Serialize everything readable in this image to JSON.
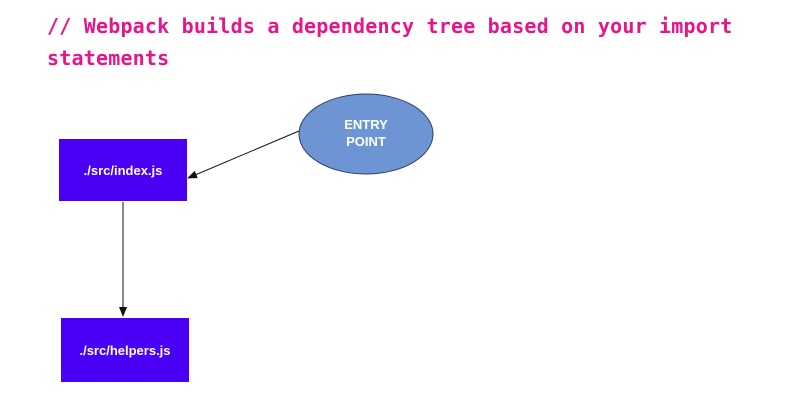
{
  "title": "// Webpack builds a dependency tree based on your import statements",
  "colors": {
    "title": "#e6168a",
    "file_box": "#4a00f5",
    "entry_ellipse": "#6e95d3",
    "entry_ellipse_stroke": "#2e3f6d",
    "arrow": "#111111",
    "label": "#ffffff"
  },
  "diagram": {
    "entry_point": {
      "line1": "ENTRY",
      "line2": "POINT"
    },
    "nodes": [
      {
        "id": "index",
        "label": "./src/index.js"
      },
      {
        "id": "helpers",
        "label": "./src/helpers.js"
      }
    ],
    "edges": [
      {
        "from": "entry_point",
        "to": "index"
      },
      {
        "from": "index",
        "to": "helpers"
      }
    ]
  }
}
